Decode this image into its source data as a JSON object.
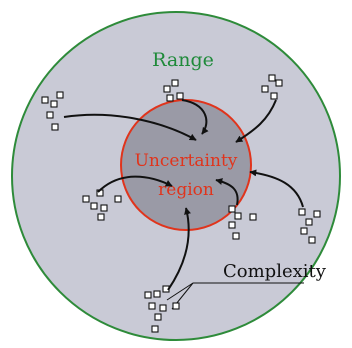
{
  "labels": {
    "range": "Range",
    "uncertainty_line1": "Uncertainty",
    "uncertainty_line2": "region",
    "complexity": "Complexity"
  },
  "colors": {
    "outer_fill": "#c9cad6",
    "outer_stroke": "#2e8b3a",
    "inner_fill": "#9a9aa6",
    "inner_stroke": "#e0341c",
    "range_text": "#1f8a3a",
    "uncertainty_text": "#e0341c",
    "ink": "#111111"
  }
}
